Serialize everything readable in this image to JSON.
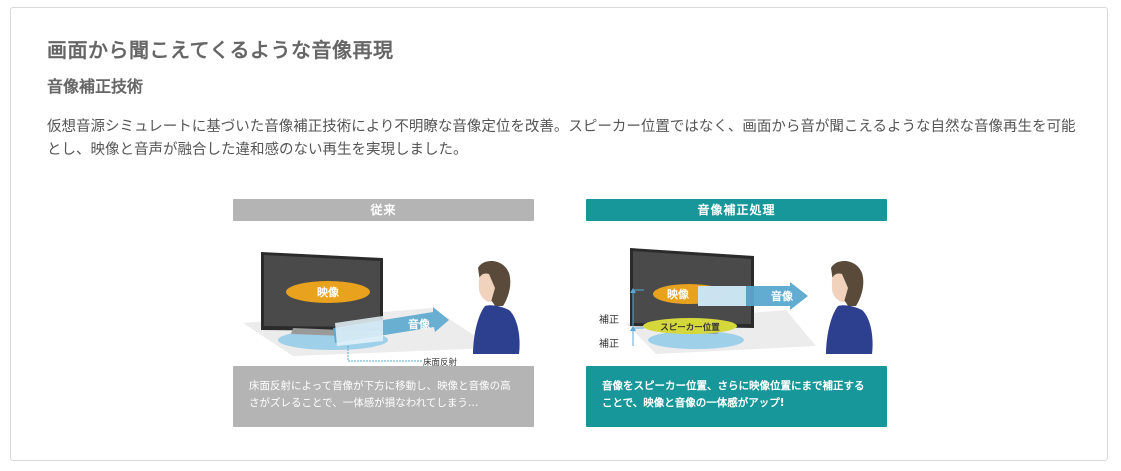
{
  "heading": "画面から聞こえてくるような音像再現",
  "subheading": "音像補正技術",
  "description": "仮想音源シミュレートに基づいた音像補正技術により不明瞭な音像定位を改善。スピーカー位置ではなく、画面から音が聞こえるような自然な音像再生を可能とし、映像と音声が融合した違和感のない再生を実現しました。",
  "colors": {
    "gray": "#b4b4b4",
    "teal": "#17979a",
    "orange": "#e8a21e",
    "arrow_blue": "#5aa8cf",
    "person_blue": "#2d3f8f"
  },
  "conventional": {
    "header": "従来",
    "label_video": "映像",
    "label_sound": "音像",
    "label_floor": "床面反射",
    "caption": "床面反射によって音像が下方に移動し、映像と音像の高さがズレることで、一体感が損なわれてしまう…"
  },
  "corrected": {
    "header": "音像補正処理",
    "label_video": "映像",
    "label_sound": "音像",
    "label_speaker": "スピーカー位置",
    "label_correct_1": "補正",
    "label_correct_2": "補正",
    "caption": "音像をスピーカー位置、さらに映像位置にまで補正することで、映像と音像の一体感がアップ!"
  }
}
